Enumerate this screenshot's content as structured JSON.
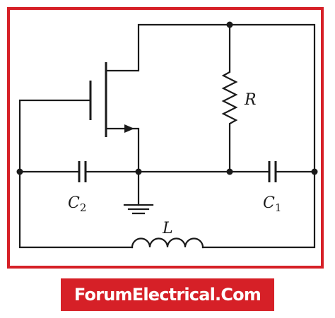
{
  "diagram": {
    "labels": {
      "resistor": "R",
      "capacitor_c2": "C",
      "capacitor_c2_sub": "2",
      "capacitor_c1": "C",
      "capacitor_c1_sub": "1",
      "inductor": "L"
    }
  },
  "brand": {
    "text": "ForumElectrical.Com"
  },
  "colors": {
    "frame": "#d62027",
    "banner": "#d62027",
    "banner_text": "#ffffff",
    "wire": "#1a1a1a"
  }
}
